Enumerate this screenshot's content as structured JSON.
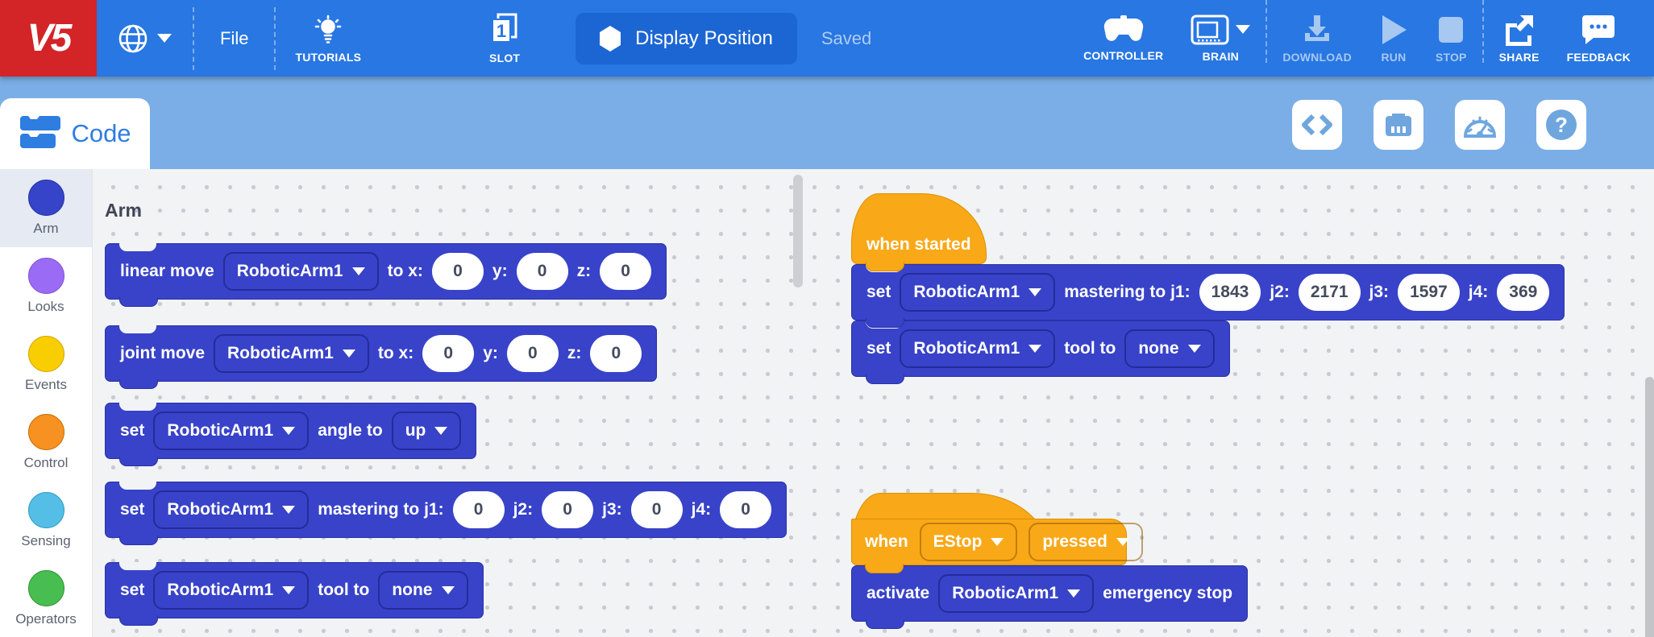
{
  "topbar": {
    "logo": "V5",
    "file_label": "File",
    "tutorials_label": "TUTORIALS",
    "slot_label": "SLOT",
    "slot_number": "1",
    "project_name": "Display Position",
    "saved_status": "Saved",
    "controller_label": "CONTROLLER",
    "brain_label": "BRAIN",
    "download_label": "DOWNLOAD",
    "run_label": "RUN",
    "stop_label": "STOP",
    "share_label": "SHARE",
    "feedback_label": "FEEDBACK"
  },
  "toolbar2": {
    "code_tab_label": "Code",
    "icons": [
      "code-view-icon",
      "device-port-icon",
      "dashboard-icon",
      "help-icon"
    ]
  },
  "sidebar": {
    "categories": [
      {
        "label": "Arm",
        "fill": "#3644C9",
        "border": "#2A31A6",
        "selected": true
      },
      {
        "label": "Looks",
        "fill": "#9A6CF5",
        "border": "#8550D8",
        "selected": false
      },
      {
        "label": "Events",
        "fill": "#F8CE00",
        "border": "#D9A500",
        "selected": false
      },
      {
        "label": "Control",
        "fill": "#F79122",
        "border": "#C86F00",
        "selected": false
      },
      {
        "label": "Sensing",
        "fill": "#55BEE6",
        "border": "#2E9BC8",
        "selected": false
      },
      {
        "label": "Operators",
        "fill": "#47BE4F",
        "border": "#359438",
        "selected": false
      }
    ]
  },
  "palette": {
    "header": "Arm",
    "blocks": [
      {
        "name": "linear-move-block",
        "kind": "stack",
        "parts": [
          {
            "t": "label",
            "v": "linear move"
          },
          {
            "t": "dropdown",
            "v": "RoboticArm1"
          },
          {
            "t": "label",
            "v": "to x:"
          },
          {
            "t": "input",
            "v": "0"
          },
          {
            "t": "label",
            "v": "y:"
          },
          {
            "t": "input",
            "v": "0"
          },
          {
            "t": "label",
            "v": "z:"
          },
          {
            "t": "input",
            "v": "0"
          }
        ]
      },
      {
        "name": "joint-move-block",
        "kind": "stack",
        "parts": [
          {
            "t": "label",
            "v": "joint move"
          },
          {
            "t": "dropdown",
            "v": "RoboticArm1"
          },
          {
            "t": "label",
            "v": "to x:"
          },
          {
            "t": "input",
            "v": "0"
          },
          {
            "t": "label",
            "v": "y:"
          },
          {
            "t": "input",
            "v": "0"
          },
          {
            "t": "label",
            "v": "z:"
          },
          {
            "t": "input",
            "v": "0"
          }
        ]
      },
      {
        "name": "set-angle-block",
        "kind": "stack",
        "parts": [
          {
            "t": "label",
            "v": "set"
          },
          {
            "t": "dropdown",
            "v": "RoboticArm1"
          },
          {
            "t": "label",
            "v": "angle to"
          },
          {
            "t": "dropdown",
            "v": "up"
          }
        ]
      },
      {
        "name": "set-mastering-block",
        "kind": "stack",
        "parts": [
          {
            "t": "label",
            "v": "set"
          },
          {
            "t": "dropdown",
            "v": "RoboticArm1"
          },
          {
            "t": "label",
            "v": "mastering to j1:"
          },
          {
            "t": "input",
            "v": "0"
          },
          {
            "t": "label",
            "v": "j2:"
          },
          {
            "t": "input",
            "v": "0"
          },
          {
            "t": "label",
            "v": "j3:"
          },
          {
            "t": "input",
            "v": "0"
          },
          {
            "t": "label",
            "v": "j4:"
          },
          {
            "t": "input",
            "v": "0"
          }
        ]
      },
      {
        "name": "set-tool-block",
        "kind": "stack",
        "parts": [
          {
            "t": "label",
            "v": "set"
          },
          {
            "t": "dropdown",
            "v": "RoboticArm1"
          },
          {
            "t": "label",
            "v": "tool to"
          },
          {
            "t": "dropdown",
            "v": "none"
          }
        ]
      }
    ]
  },
  "workspace": {
    "stacks": [
      {
        "name": "startup-stack",
        "blocks": [
          {
            "name": "when-started-hat",
            "kind": "hat",
            "parts": [
              {
                "t": "label",
                "v": "when started"
              }
            ]
          },
          {
            "name": "set-mastering-block",
            "kind": "stack",
            "parts": [
              {
                "t": "label",
                "v": "set"
              },
              {
                "t": "dropdown",
                "v": "RoboticArm1"
              },
              {
                "t": "label",
                "v": "mastering to j1:"
              },
              {
                "t": "input",
                "v": "1843"
              },
              {
                "t": "label",
                "v": "j2:"
              },
              {
                "t": "input",
                "v": "2171"
              },
              {
                "t": "label",
                "v": "j3:"
              },
              {
                "t": "input",
                "v": "1597"
              },
              {
                "t": "label",
                "v": "j4:"
              },
              {
                "t": "input",
                "v": "369"
              }
            ]
          },
          {
            "name": "set-tool-block",
            "kind": "stack",
            "parts": [
              {
                "t": "label",
                "v": "set"
              },
              {
                "t": "dropdown",
                "v": "RoboticArm1"
              },
              {
                "t": "label",
                "v": "tool to"
              },
              {
                "t": "dropdown",
                "v": "none"
              }
            ]
          }
        ]
      },
      {
        "name": "estop-stack",
        "blocks": [
          {
            "name": "when-estop-hat",
            "kind": "hat-wide",
            "parts": [
              {
                "t": "label",
                "v": "when"
              },
              {
                "t": "dropdown",
                "v": "EStop"
              },
              {
                "t": "dropdown",
                "v": "pressed"
              }
            ]
          },
          {
            "name": "activate-emergency-stop-block",
            "kind": "stack",
            "parts": [
              {
                "t": "label",
                "v": "activate"
              },
              {
                "t": "dropdown",
                "v": "RoboticArm1"
              },
              {
                "t": "label",
                "v": "emergency stop"
              }
            ]
          }
        ]
      }
    ]
  },
  "colors": {
    "topbar_blue": "#2877E2",
    "secondbar_blue": "#7BAEE6",
    "logo_red": "#D32428",
    "project_pill_blue": "#1C66D4",
    "disabled_label": "#A6C8F1",
    "block_blue": "#3843C9",
    "block_border": "#2A31A6",
    "hat_yellow": "#F9A818",
    "hat_border": "#D99200",
    "canvas_bg": "#F2F3F5",
    "dot_color": "#C8CBD3",
    "selected_category_bg": "#E5EAF3",
    "tool_icon_blue": "#6FA6DE"
  }
}
